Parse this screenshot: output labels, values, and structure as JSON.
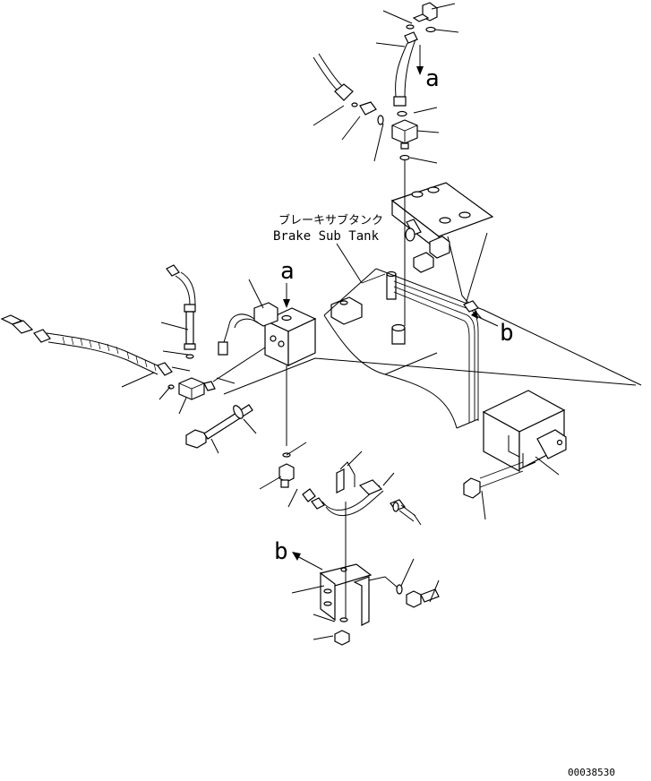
{
  "labels": {
    "jp_name": "ブレーキサブタンク",
    "en_name": "Brake Sub Tank",
    "view_a_top": "a",
    "view_a_mid": "a",
    "view_b_right": "b",
    "view_b_bottom": "b",
    "drawing_number": "00038530"
  }
}
